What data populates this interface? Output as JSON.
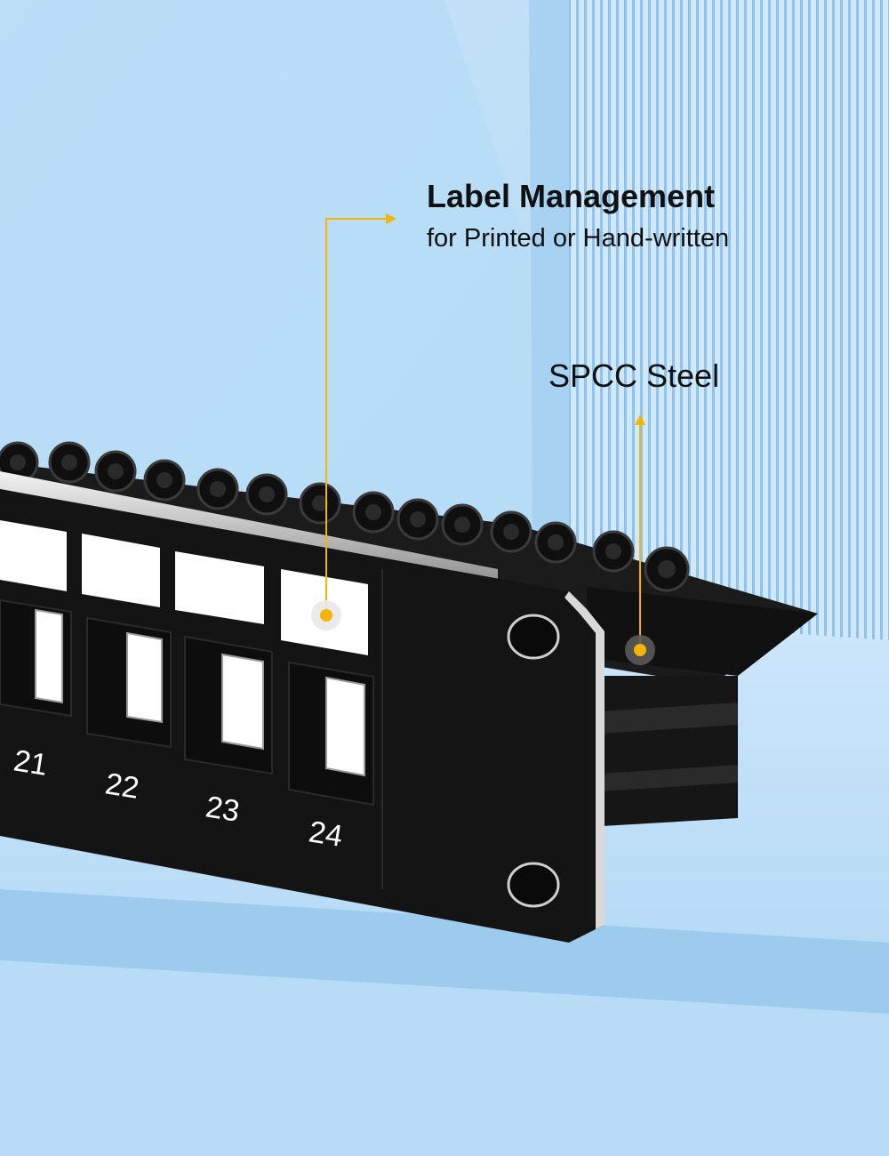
{
  "annotations": {
    "label_title": "Label Management",
    "label_subtitle": "for Printed or Hand-written",
    "steel": "SPCC Steel"
  },
  "ports": [
    "21",
    "22",
    "23",
    "24"
  ],
  "colors": {
    "callout_line": "#f5b400",
    "panel": "#141414",
    "background": "#a9d4f0",
    "label_card": "#ffffff"
  }
}
